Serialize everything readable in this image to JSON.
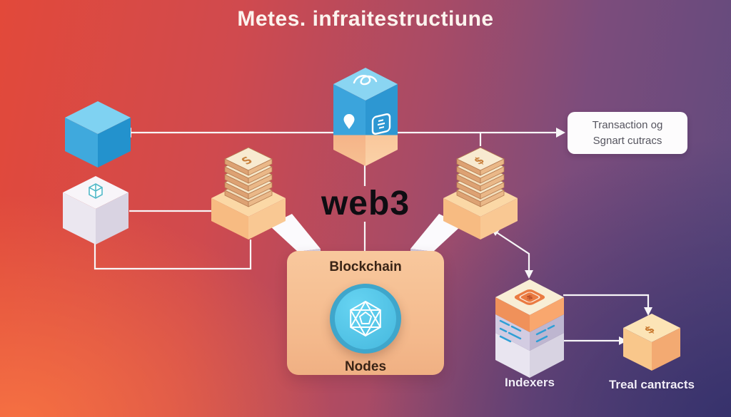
{
  "title": "Metes. infraitestructiune",
  "center_label": "web3",
  "colors": {
    "bg_top_left": "#e2493a",
    "bg_bottom_left": "#f87442",
    "bg_top_right": "#5d4a7e",
    "bg_bottom_right": "#3b386c",
    "cube_blue_top": "#8ad5f2",
    "cube_blue_left": "#3ba4dc",
    "cube_blue_right": "#2d97d2",
    "peach_box": "#f5bc8d",
    "cream_slab": "#f6e7c8",
    "node_circle_blue": "#56c8ea",
    "lavender": "#d3cce2",
    "connector_white": "#f8f6f8",
    "indexer_icon_orange": "#ea7b42"
  },
  "nodes": {
    "gateway_cube": {
      "icons": [
        "scribble-icon",
        "map-pin-icon",
        "squared-s-icon"
      ]
    },
    "client_cube": {},
    "wallet_cube": {
      "icon": "wireframe-cube-icon"
    },
    "stack_left": {
      "glyph": "S"
    },
    "stack_right": {
      "glyph": "$"
    },
    "blockchain_box": {
      "title": "Blockchain",
      "subtitle": "Nodes",
      "icon": "polyhedron-wireframe-icon"
    },
    "transaction_box": {
      "line1": "Transaction og",
      "line2": "Sgnart cutracs"
    },
    "indexers": {
      "label": "Indexers",
      "glyph": "$",
      "icon": "rounded-square-dollar-icon"
    },
    "contracts_cube": {
      "label": "Treal cantracts",
      "glyph": "$"
    }
  }
}
